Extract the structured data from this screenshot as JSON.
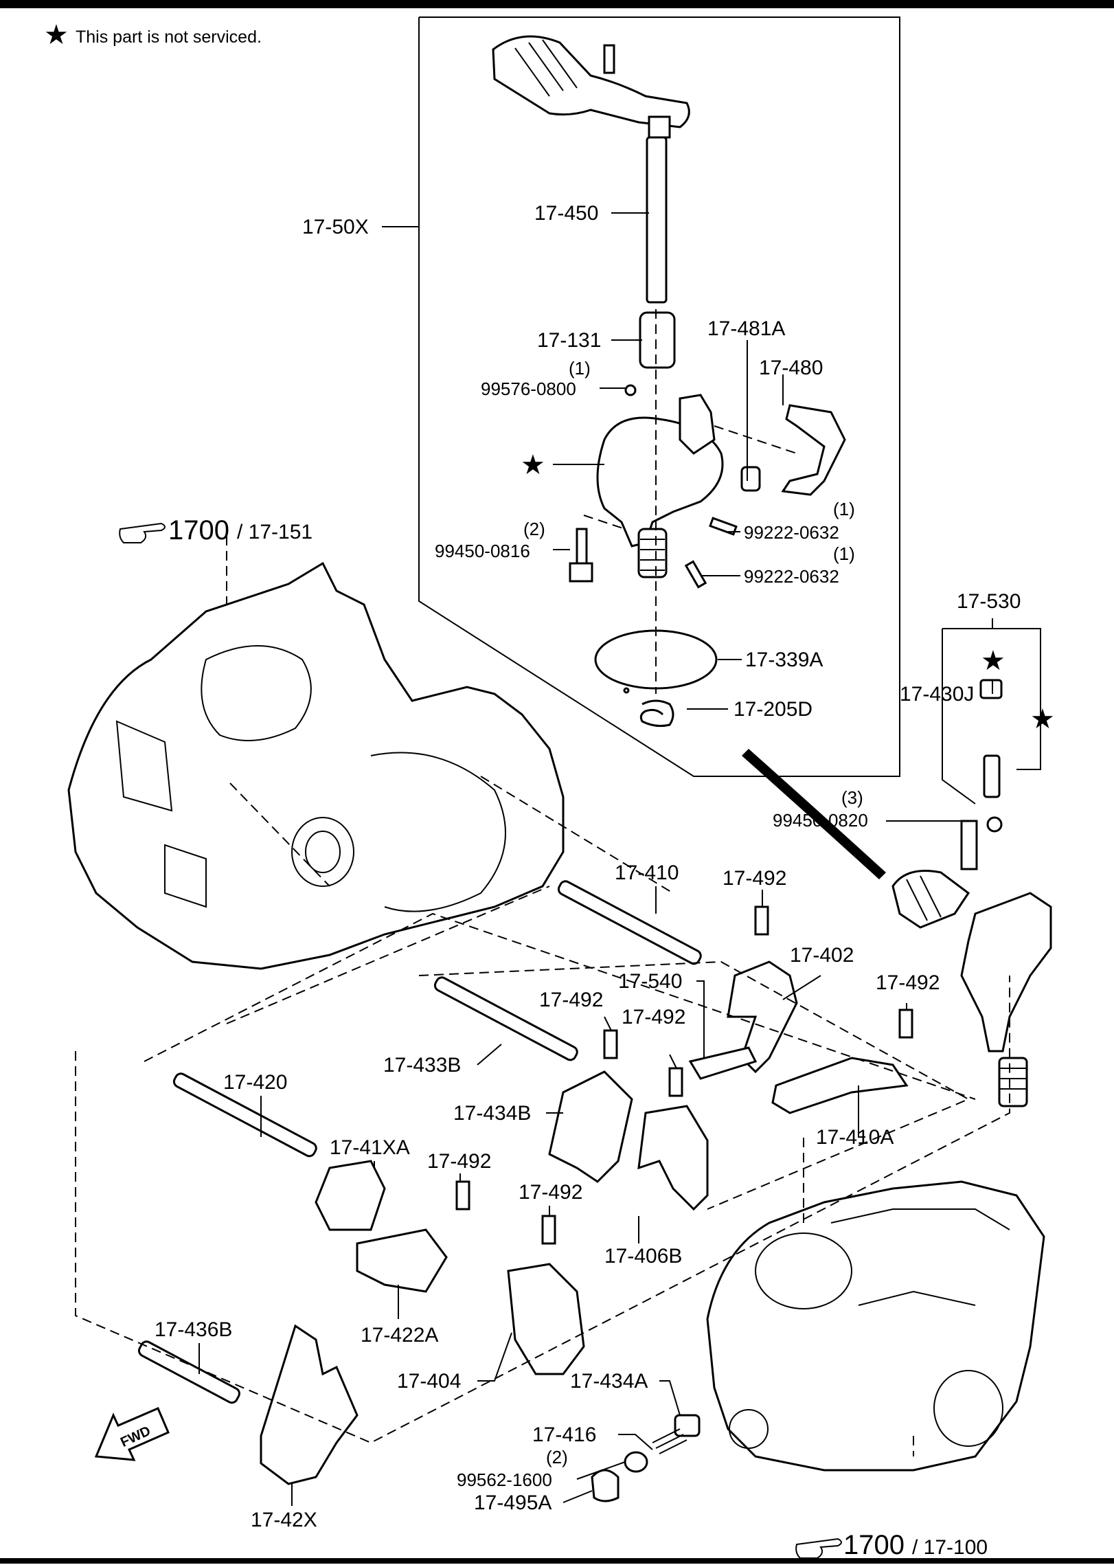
{
  "note": {
    "symbol": "★",
    "text": "This part is not serviced."
  },
  "refs": {
    "ref_top": {
      "number": "1700",
      "sub": "/ 17-151"
    },
    "ref_bottom": {
      "number": "1700",
      "sub": "/ 17-100"
    }
  },
  "labels": {
    "p17_50X": "17-50X",
    "p17_450": "17-450",
    "p17_131": "17-131",
    "p17_481A": "17-481A",
    "p17_480": "17-480",
    "p99576_qty": "(1)",
    "p99576": "99576-0800",
    "p99222_a_qty": "(1)",
    "p99222_a": "99222-0632",
    "p99450_0816_qty": "(2)",
    "p99450_0816": "99450-0816",
    "p99222_b_qty": "(1)",
    "p99222_b": "99222-0632",
    "p17_339A": "17-339A",
    "p17_205D": "17-205D",
    "p17_530": "17-530",
    "p17_430J": "17-430J",
    "p99450_0820_qty": "(3)",
    "p99450_0820": "99450-0820",
    "p17_410": "17-410",
    "p17_492_a": "17-492",
    "p17_402": "17-402",
    "p17_540": "17-540",
    "p17_492_b": "17-492",
    "p17_492_c": "17-492",
    "p17_492_d": "17-492",
    "p17_433B": "17-433B",
    "p17_434B": "17-434B",
    "p17_410A": "17-410A",
    "p17_420": "17-420",
    "p17_41XA": "17-41XA",
    "p17_492_e": "17-492",
    "p17_492_f": "17-492",
    "p17_406B": "17-406B",
    "p17_422A": "17-422A",
    "p17_436B": "17-436B",
    "p17_404": "17-404",
    "p17_434A": "17-434A",
    "p17_416": "17-416",
    "p99562_qty": "(2)",
    "p99562": "99562-1600",
    "p17_495A": "17-495A",
    "p17_42X": "17-42X"
  },
  "fwd": "FWD",
  "star": "★"
}
